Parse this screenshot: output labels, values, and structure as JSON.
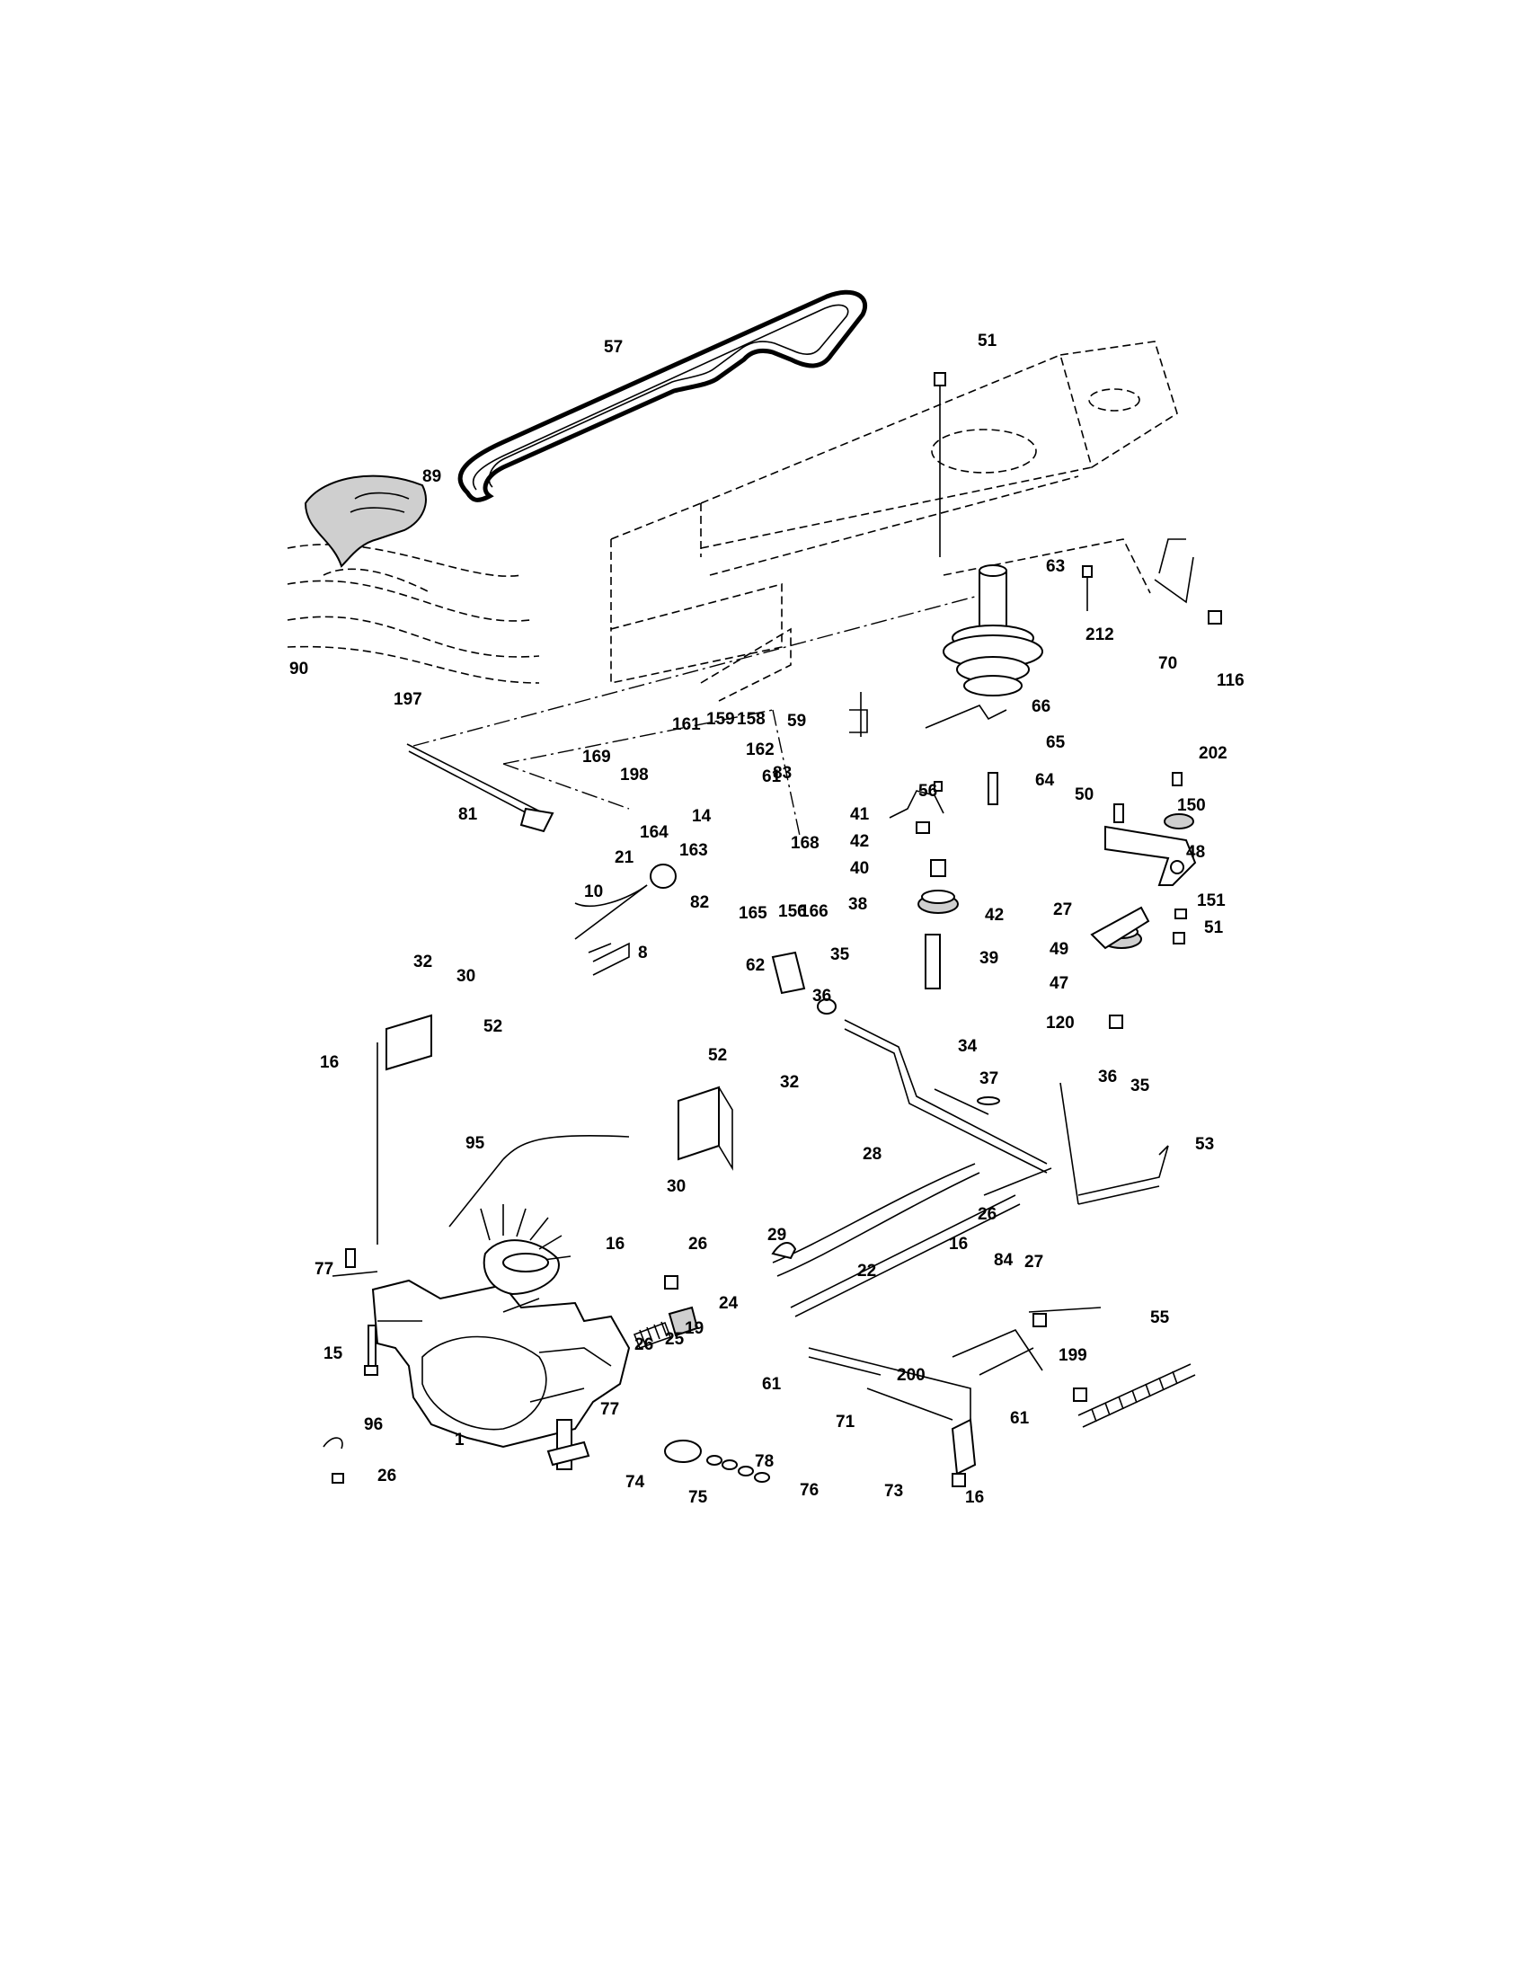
{
  "callouts": [
    {
      "label": "57"
    },
    {
      "label": "51"
    },
    {
      "label": "89"
    },
    {
      "label": "63"
    },
    {
      "label": "212"
    },
    {
      "label": "70"
    },
    {
      "label": "116"
    },
    {
      "label": "90"
    },
    {
      "label": "197"
    },
    {
      "label": "161"
    },
    {
      "label": "159"
    },
    {
      "label": "158"
    },
    {
      "label": "59"
    },
    {
      "label": "66"
    },
    {
      "label": "169"
    },
    {
      "label": "198"
    },
    {
      "label": "162"
    },
    {
      "label": "65"
    },
    {
      "label": "61"
    },
    {
      "label": "202"
    },
    {
      "label": "81"
    },
    {
      "label": "164"
    },
    {
      "label": "14"
    },
    {
      "label": "83"
    },
    {
      "label": "56"
    },
    {
      "label": "64"
    },
    {
      "label": "50"
    },
    {
      "label": "150"
    },
    {
      "label": "41"
    },
    {
      "label": "163"
    },
    {
      "label": "168"
    },
    {
      "label": "42"
    },
    {
      "label": "48"
    },
    {
      "label": "21"
    },
    {
      "label": "40"
    },
    {
      "label": "10"
    },
    {
      "label": "82"
    },
    {
      "label": "165"
    },
    {
      "label": "156"
    },
    {
      "label": "166"
    },
    {
      "label": "38"
    },
    {
      "label": "27"
    },
    {
      "label": "42"
    },
    {
      "label": "151"
    },
    {
      "label": "51"
    },
    {
      "label": "8"
    },
    {
      "label": "35"
    },
    {
      "label": "49"
    },
    {
      "label": "39"
    },
    {
      "label": "32"
    },
    {
      "label": "62"
    },
    {
      "label": "47"
    },
    {
      "label": "30"
    },
    {
      "label": "36"
    },
    {
      "label": "120"
    },
    {
      "label": "52"
    },
    {
      "label": "16"
    },
    {
      "label": "34"
    },
    {
      "label": "52"
    },
    {
      "label": "32"
    },
    {
      "label": "37"
    },
    {
      "label": "36"
    },
    {
      "label": "35"
    },
    {
      "label": "95"
    },
    {
      "label": "53"
    },
    {
      "label": "30"
    },
    {
      "label": "28"
    },
    {
      "label": "26"
    },
    {
      "label": "29"
    },
    {
      "label": "27"
    },
    {
      "label": "77"
    },
    {
      "label": "16"
    },
    {
      "label": "26"
    },
    {
      "label": "16"
    },
    {
      "label": "84"
    },
    {
      "label": "22"
    },
    {
      "label": "24"
    },
    {
      "label": "19"
    },
    {
      "label": "25"
    },
    {
      "label": "26"
    },
    {
      "label": "55"
    },
    {
      "label": "15"
    },
    {
      "label": "199"
    },
    {
      "label": "200"
    },
    {
      "label": "61"
    },
    {
      "label": "77"
    },
    {
      "label": "96"
    },
    {
      "label": "71"
    },
    {
      "label": "61"
    },
    {
      "label": "1"
    },
    {
      "label": "26"
    },
    {
      "label": "78"
    },
    {
      "label": "74"
    },
    {
      "label": "76"
    },
    {
      "label": "75"
    },
    {
      "label": "73"
    },
    {
      "label": "16"
    }
  ]
}
